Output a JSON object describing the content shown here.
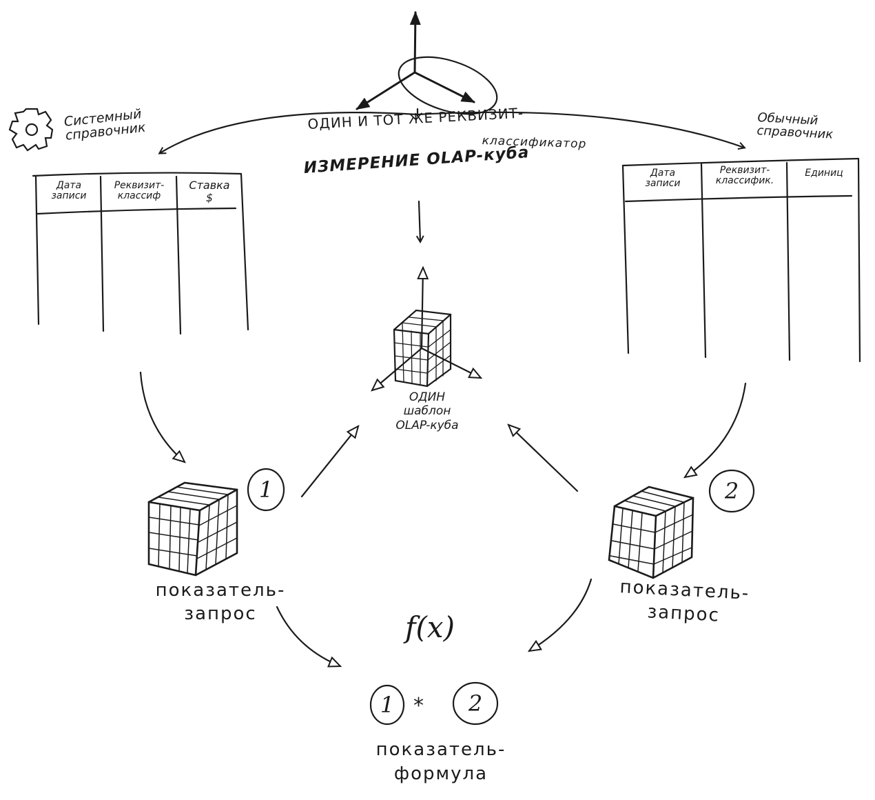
{
  "labels": {
    "system_ref": [
      "Системный",
      "справочник"
    ],
    "regular_ref": [
      "Обычный",
      "справочник"
    ],
    "same_attribute": "ОДИН И ТОТ ЖЕ РЕКВИЗИТ-",
    "same_attribute_2": "классификатор",
    "dimension": "ИЗМЕРЕНИЕ OLAP-куба",
    "template": [
      "ОДИН",
      "шаблон",
      "OLAP-куба"
    ],
    "indicator_query": [
      "показатель-",
      "запрос"
    ],
    "fx": "f(x)",
    "formula_left": "1",
    "formula_op": "*",
    "formula_right": "2",
    "indicator_formula": [
      "показатель-",
      "формула"
    ],
    "badge_1": "1",
    "badge_2": "2"
  },
  "system_table": {
    "headers": [
      [
        "Дата",
        "записи"
      ],
      [
        "Реквизит-",
        "классиф"
      ],
      [
        "Ставка",
        "$"
      ]
    ]
  },
  "regular_table": {
    "headers": [
      [
        "Дата",
        "записи"
      ],
      [
        "Реквизит-",
        "классифик."
      ],
      [
        "Единиц",
        ""
      ]
    ]
  }
}
